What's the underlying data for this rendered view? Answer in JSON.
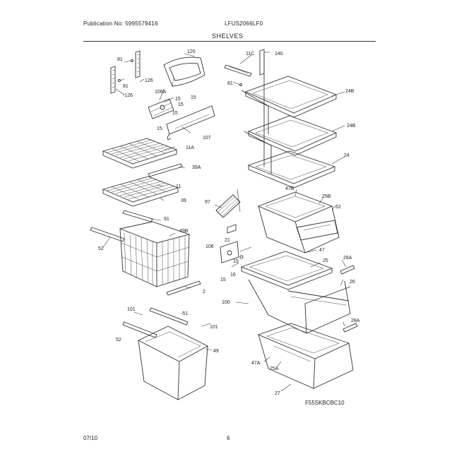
{
  "header": {
    "publication": "Publication No: 5995579416",
    "model": "LFUS2066LF0",
    "section": "SHELVES"
  },
  "footer": {
    "date": "07/10",
    "page": "6",
    "figure_code": "F55SKBCBC10"
  },
  "callouts": [
    {
      "id": "c-81a",
      "text": "81"
    },
    {
      "id": "c-81b",
      "text": "81"
    },
    {
      "id": "c-126a",
      "text": "126"
    },
    {
      "id": "c-126b",
      "text": "-126"
    },
    {
      "id": "c-120",
      "text": "120"
    },
    {
      "id": "c-106a",
      "text": "106A"
    },
    {
      "id": "c-15a",
      "text": "15"
    },
    {
      "id": "c-15b",
      "text": "15"
    },
    {
      "id": "c-15c",
      "text": "15"
    },
    {
      "id": "c-15d",
      "text": "15"
    },
    {
      "id": "c-15e",
      "text": "15"
    },
    {
      "id": "c-107",
      "text": "107"
    },
    {
      "id": "c-11c",
      "text": "11C"
    },
    {
      "id": "c-140",
      "text": "140"
    },
    {
      "id": "c-81c",
      "text": "81"
    },
    {
      "id": "c-24ba",
      "text": "24B"
    },
    {
      "id": "c-24bb",
      "text": "24B"
    },
    {
      "id": "c-24",
      "text": "24"
    },
    {
      "id": "c-11a",
      "text": "11A"
    },
    {
      "id": "c-39a",
      "text": "39A"
    },
    {
      "id": "c-11",
      "text": "11"
    },
    {
      "id": "c-39",
      "text": "39"
    },
    {
      "id": "c-97",
      "text": "97"
    },
    {
      "id": "c-47b",
      "text": "47B"
    },
    {
      "id": "c-25b",
      "text": "25B"
    },
    {
      "id": "c-62",
      "text": "62"
    },
    {
      "id": "c-91",
      "text": "91"
    },
    {
      "id": "c-49b",
      "text": "49B"
    },
    {
      "id": "c-52a",
      "text": "52"
    },
    {
      "id": "c-21",
      "text": "21"
    },
    {
      "id": "c-47",
      "text": "47"
    },
    {
      "id": "c-25",
      "text": "25"
    },
    {
      "id": "c-26a",
      "text": "26A"
    },
    {
      "id": "c-106",
      "text": "106"
    },
    {
      "id": "c-16",
      "text": "16"
    },
    {
      "id": "c-26",
      "text": "26"
    },
    {
      "id": "c-2",
      "text": "2"
    },
    {
      "id": "c-100",
      "text": "100"
    },
    {
      "id": "c-101a",
      "text": "101"
    },
    {
      "id": "c-51",
      "text": "-51"
    },
    {
      "id": "c-101b",
      "text": "101"
    },
    {
      "id": "c-28a",
      "text": "28A"
    },
    {
      "id": "c-52b",
      "text": "52"
    },
    {
      "id": "c-49",
      "text": "49"
    },
    {
      "id": "c-47a",
      "text": "47A"
    },
    {
      "id": "c-25a",
      "text": "25A"
    },
    {
      "id": "c-27",
      "text": "27"
    }
  ]
}
